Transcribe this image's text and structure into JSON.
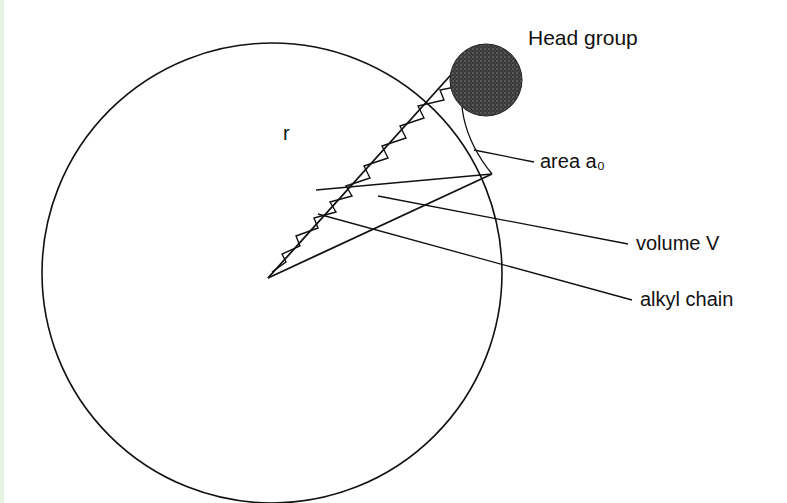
{
  "diagram": {
    "labels": [
      "r",
      "Head group",
      "area a₀",
      "volume V",
      "alkyl chain"
    ]
  }
}
